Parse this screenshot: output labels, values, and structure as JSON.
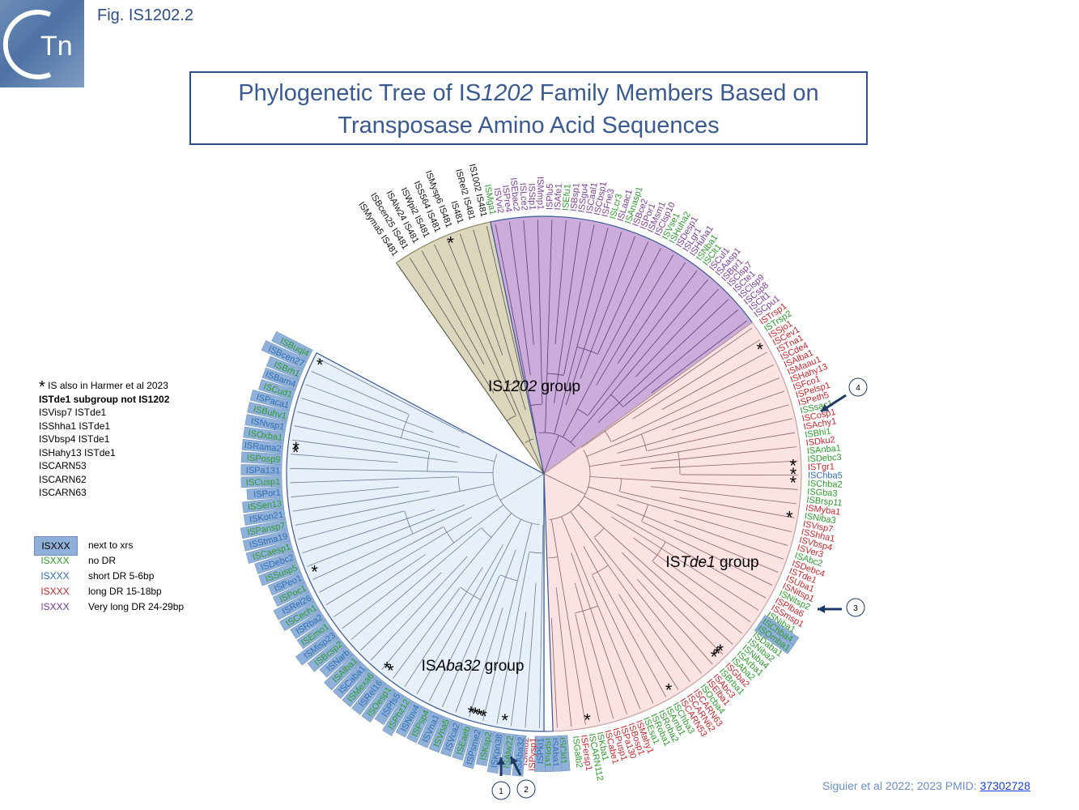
{
  "header": {
    "fig_label": "Fig. IS1202.2",
    "logo_text": "Tn",
    "title_line1_pre": "Phylogenetic Tree of IS",
    "title_line1_italic": "1202",
    "title_line1_post": " Family Members Based on",
    "title_line2": "Transposase Amino Acid Sequences"
  },
  "colors": {
    "purple_sector": "#c8a8d8",
    "pink_sector": "#fbe2e2",
    "blue_sector": "#e6eef8",
    "khaki_sector": "#d9d4b8",
    "no_dr": "#2e9a2e",
    "short_dr": "#2f6db3",
    "long_dr": "#c8262c",
    "very_long_dr": "#7a3c96",
    "highlight": "#8fb0d8"
  },
  "groups": {
    "is1202_pre": "IS",
    "is1202_italic": "1202",
    "is1202_post": " group",
    "tde1_pre": "IS",
    "tde1_italic": "Tde1",
    "tde1_post": " group",
    "aba32_pre": "IS",
    "aba32_italic": "Aba32",
    "aba32_post": " group"
  },
  "legend": {
    "harmer_note": "IS also in Harmer et al 2023",
    "subgroup_title": "ISTde1 subgroup not IS1202",
    "subgroup_items": [
      "ISVisp7 ISTde1",
      "ISShha1 ISTde1",
      "ISVbsp4 ISTde1",
      "ISHahy13 ISTde1",
      "ISCARN53",
      "ISCARN62",
      "ISCARN63"
    ]
  },
  "key": [
    {
      "chip": "ISXXX",
      "desc": "next to xrs",
      "style": "highlight"
    },
    {
      "chip": "ISXXX",
      "desc": "no DR",
      "style": "no_dr"
    },
    {
      "chip": "ISXXX",
      "desc": "short DR 5-6bp",
      "style": "short_dr"
    },
    {
      "chip": "ISXXX",
      "desc": "long DR 15-18bp",
      "style": "long_dr"
    },
    {
      "chip": "ISXXX",
      "desc": "Very long DR 24-29bp",
      "style": "very_long_dr"
    }
  ],
  "callouts": [
    "1",
    "2",
    "3",
    "4"
  ],
  "citation": {
    "text": "Siguier et al 2022; 2023 PMID: ",
    "link": "37302728"
  },
  "leaves": {
    "black": [
      "ISMyma5 IS481",
      "ISBcen25 IS481",
      "ISAlw24 IS481",
      "ISWpi2 IS481",
      "ISS564 IS481",
      "ISMysp6 IS481",
      "IS481",
      "ISRel2 IS481",
      "IS1002 IS481"
    ],
    "purple": [
      {
        "n": "ISMga1",
        "c": "no_dr"
      },
      {
        "n": "ISVvi2",
        "c": "very_long_dr"
      },
      {
        "n": "ISPre4",
        "c": "very_long_dr"
      },
      {
        "n": "ISEbac2",
        "c": "very_long_dr"
      },
      {
        "n": "ISLce2",
        "c": "very_long_dr"
      },
      {
        "n": "ISStp1",
        "c": "very_long_dr"
      },
      {
        "n": "ISMmp1",
        "c": "very_long_dr"
      },
      {
        "n": "ISPlu5",
        "c": "very_long_dr"
      },
      {
        "n": "ISAfe1",
        "c": "very_long_dr"
      },
      {
        "n": "ISEfu1",
        "c": "no_dr"
      },
      {
        "n": "ISBsp1",
        "c": "very_long_dr"
      },
      {
        "n": "ISSgu4",
        "c": "very_long_dr"
      },
      {
        "n": "ISCaal1",
        "c": "very_long_dr"
      },
      {
        "n": "ISCbsp1",
        "c": "very_long_dr"
      },
      {
        "n": "ISFne3",
        "c": "very_long_dr"
      },
      {
        "n": "ISLcr3",
        "c": "no_dr"
      },
      {
        "n": "ISLaac1",
        "c": "very_long_dr"
      },
      {
        "n": "ISAnasp1",
        "c": "no_dr"
      },
      {
        "n": "ISBce2",
        "c": "very_long_dr"
      },
      {
        "n": "ISPor1",
        "c": "very_long_dr"
      },
      {
        "n": "ISMsm1",
        "c": "very_long_dr"
      },
      {
        "n": "ISClsp10",
        "c": "very_long_dr"
      },
      {
        "n": "ISVse1",
        "c": "no_dr"
      },
      {
        "n": "ISHuha2",
        "c": "no_dr"
      },
      {
        "n": "ISDesp1",
        "c": "very_long_dr"
      },
      {
        "n": "ISLgr1",
        "c": "very_long_dr"
      },
      {
        "n": "ISHuha1",
        "c": "very_long_dr"
      },
      {
        "n": "ISNba1",
        "c": "no_dr"
      },
      {
        "n": "ISClt1",
        "c": "no_dr"
      },
      {
        "n": "ISCul1",
        "c": "very_long_dr"
      },
      {
        "n": "ISAasp1",
        "c": "very_long_dr"
      },
      {
        "n": "ISBpr1",
        "c": "very_long_dr"
      },
      {
        "n": "ISClsp7",
        "c": "very_long_dr"
      },
      {
        "n": "ISCte1",
        "c": "very_long_dr"
      },
      {
        "n": "ISClsp9",
        "c": "very_long_dr"
      },
      {
        "n": "ISCsp8",
        "c": "very_long_dr"
      },
      {
        "n": "ISClt1",
        "c": "very_long_dr"
      },
      {
        "n": "ISCpu1",
        "c": "very_long_dr"
      }
    ],
    "tde1": [
      {
        "n": "ISTrsp1",
        "c": "long_dr"
      },
      {
        "n": "ISTrsp2",
        "c": "no_dr"
      },
      {
        "n": "ISSjo1",
        "c": "long_dr"
      },
      {
        "n": "ISCev1",
        "c": "long_dr"
      },
      {
        "n": "ISTna1",
        "c": "long_dr"
      },
      {
        "n": "ISCde4",
        "c": "long_dr"
      },
      {
        "n": "ISAlba1",
        "c": "long_dr"
      },
      {
        "n": "ISMaau1",
        "c": "long_dr"
      },
      {
        "n": "ISHahy13",
        "c": "long_dr"
      },
      {
        "n": "ISFco1",
        "c": "long_dr"
      },
      {
        "n": "ISPelsp1",
        "c": "long_dr"
      },
      {
        "n": "ISPeth5",
        "c": "long_dr"
      },
      {
        "n": "ISSsac1",
        "c": "no_dr"
      },
      {
        "n": "ISCosp1",
        "c": "long_dr"
      },
      {
        "n": "ISAchy1",
        "c": "long_dr"
      },
      {
        "n": "ISBhi1",
        "c": "no_dr"
      },
      {
        "n": "ISDku2",
        "c": "long_dr"
      },
      {
        "n": "ISAnba1",
        "c": "no_dr"
      },
      {
        "n": "ISDebc3",
        "c": "no_dr"
      },
      {
        "n": "ISTgr1",
        "c": "long_dr"
      },
      {
        "n": "ISChba5",
        "c": "short_dr"
      },
      {
        "n": "ISChba2",
        "c": "no_dr"
      },
      {
        "n": "ISGba3",
        "c": "no_dr"
      },
      {
        "n": "ISBrsp11",
        "c": "no_dr"
      },
      {
        "n": "ISMyba1",
        "c": "long_dr"
      },
      {
        "n": "ISNiba3",
        "c": "no_dr"
      },
      {
        "n": "ISVisp7",
        "c": "long_dr"
      },
      {
        "n": "ISShha1",
        "c": "long_dr"
      },
      {
        "n": "ISVbsp4",
        "c": "long_dr"
      },
      {
        "n": "ISVer3",
        "c": "long_dr"
      },
      {
        "n": "ISAbc2",
        "c": "no_dr"
      },
      {
        "n": "ISDebc4",
        "c": "long_dr"
      },
      {
        "n": "ISTde1",
        "c": "long_dr"
      },
      {
        "n": "ISUba1",
        "c": "long_dr"
      },
      {
        "n": "ISNitsp1",
        "c": "long_dr"
      },
      {
        "n": "ISNitsp2",
        "c": "no_dr"
      },
      {
        "n": "ISPlba6",
        "c": "long_dr"
      },
      {
        "n": "ISSmsp1",
        "c": "long_dr"
      },
      {
        "n": "ISNiba1",
        "c": "no_dr"
      },
      {
        "n": "ISChba4",
        "c": "no_dr"
      },
      {
        "n": "ISOmba1",
        "c": "no_dr"
      },
      {
        "n": "ISDaba1",
        "c": "no_dr"
      },
      {
        "n": "ISNiba2",
        "c": "no_dr"
      },
      {
        "n": "ISNiba4",
        "c": "no_dr"
      },
      {
        "n": "ISArba1",
        "c": "no_dr"
      },
      {
        "n": "ISAba2",
        "c": "no_dr"
      },
      {
        "n": "ISGba2",
        "c": "long_dr"
      },
      {
        "n": "ISBrba1",
        "c": "no_dr"
      },
      {
        "n": "ISAbc3",
        "c": "long_dr"
      },
      {
        "n": "ISElba1",
        "c": "long_dr"
      },
      {
        "n": "ISOcba4",
        "c": "no_dr"
      },
      {
        "n": "ISCARN63",
        "c": "long_dr"
      },
      {
        "n": "ISCARN62",
        "c": "long_dr"
      },
      {
        "n": "ISCARN53",
        "c": "long_dr"
      },
      {
        "n": "ISChba3",
        "c": "no_dr"
      },
      {
        "n": "ISAmb1",
        "c": "no_dr"
      },
      {
        "n": "ISRoba2",
        "c": "no_dr"
      },
      {
        "n": "ISRoba1",
        "c": "no_dr"
      },
      {
        "n": "ISEsa1",
        "c": "no_dr"
      },
      {
        "n": "ISMahy1",
        "c": "long_dr"
      },
      {
        "n": "ISBosp1",
        "c": "long_dr"
      },
      {
        "n": "ISPa130",
        "c": "long_dr"
      },
      {
        "n": "ISPusp1",
        "c": "long_dr"
      },
      {
        "n": "ISCabe1",
        "c": "long_dr"
      },
      {
        "n": "ISKba1",
        "c": "no_dr"
      },
      {
        "n": "ISCARN112",
        "c": "no_dr"
      },
      {
        "n": "ISFersp1",
        "c": "long_dr"
      },
      {
        "n": "ISGalb2",
        "c": "no_dr"
      }
    ],
    "bottom": [
      {
        "n": "ISCld1",
        "c": "no_dr",
        "hl": true
      },
      {
        "n": "ISAba1",
        "c": "short_dr",
        "hl": true
      },
      {
        "n": "ISPba1",
        "c": "no_dr",
        "hl": true
      },
      {
        "n": "ISPkl1",
        "c": "short_dr",
        "hl": true
      },
      {
        "n": "ISPysp1",
        "c": "long_dr"
      },
      {
        "n": "ISMtu2",
        "c": "long_dr"
      }
    ],
    "aba32": [
      "ISAba32",
      "ISAlw22",
      "ISKpn38",
      "ISKsp2",
      "ISPsme2",
      "ISEaeb",
      "ISVca2",
      "ISVna5",
      "ISVna1",
      "ISPsp4",
      "ISNov4",
      "ISPhz12",
      "ISPfs5",
      "ISOesp1",
      "ISRel16",
      "ISMexa6",
      "ISCaba1",
      "ISAlba1",
      "ISNarb",
      "ISBcsp2",
      "ISMisp23",
      "ISEmo1",
      "ISRba2",
      "ISCech1",
      "ISRel26",
      "ISPoc1",
      "ISPeo1",
      "ISSusp5",
      "ISDebc2",
      "ISCaesp1",
      "ISStma19",
      "ISPansp7",
      "ISKon21",
      "ISSen13",
      "ISPor1",
      "ISCusp1",
      "ISPa131",
      "ISPosp9",
      "ISRama2",
      "ISOxba1",
      "ISNvsp1",
      "ISBuhv1",
      "ISPaca1",
      "ISCud1",
      "ISBam4",
      "ISBrh1",
      "ISBcen27",
      "ISBuql4"
    ],
    "aba32_colors": [
      "short_dr",
      "no_dr"
    ]
  }
}
